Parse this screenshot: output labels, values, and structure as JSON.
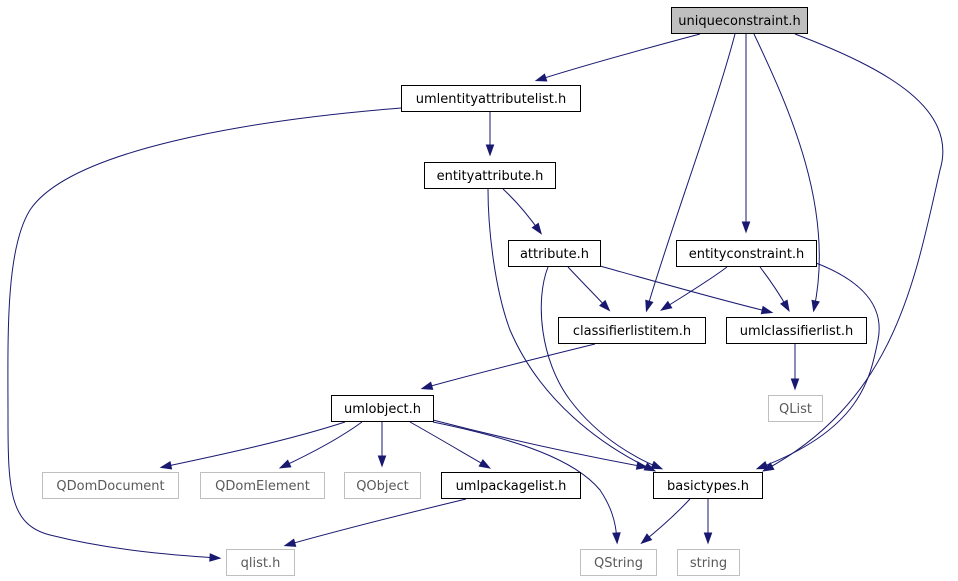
{
  "diagram": {
    "colors": {
      "edge": "#191970",
      "node_border": "#000000",
      "external_border": "#bfbfbf",
      "root_fill": "#bfbfbf",
      "node_fill": "#ffffff"
    },
    "nodes": [
      {
        "id": "uniqueconstraint",
        "label": "uniqueconstraint.h",
        "kind": "root"
      },
      {
        "id": "umlentityattributelist",
        "label": "umlentityattributelist.h",
        "kind": "internal"
      },
      {
        "id": "entityattribute",
        "label": "entityattribute.h",
        "kind": "internal"
      },
      {
        "id": "attribute",
        "label": "attribute.h",
        "kind": "internal"
      },
      {
        "id": "entityconstraint",
        "label": "entityconstraint.h",
        "kind": "internal"
      },
      {
        "id": "classifierlistitem",
        "label": "classifierlistitem.h",
        "kind": "internal"
      },
      {
        "id": "umlclassifierlist",
        "label": "umlclassifierlist.h",
        "kind": "internal"
      },
      {
        "id": "QList",
        "label": "QList",
        "kind": "external"
      },
      {
        "id": "umlobject",
        "label": "umlobject.h",
        "kind": "internal"
      },
      {
        "id": "QDomDocument",
        "label": "QDomDocument",
        "kind": "external"
      },
      {
        "id": "QDomElement",
        "label": "QDomElement",
        "kind": "external"
      },
      {
        "id": "QObject",
        "label": "QObject",
        "kind": "external"
      },
      {
        "id": "umlpackagelist",
        "label": "umlpackagelist.h",
        "kind": "internal"
      },
      {
        "id": "basictypes",
        "label": "basictypes.h",
        "kind": "internal"
      },
      {
        "id": "qlist",
        "label": "qlist.h",
        "kind": "external"
      },
      {
        "id": "QString",
        "label": "QString",
        "kind": "external"
      },
      {
        "id": "string",
        "label": "string",
        "kind": "external"
      }
    ],
    "edges": [
      {
        "from": "uniqueconstraint",
        "to": "umlentityattributelist"
      },
      {
        "from": "uniqueconstraint",
        "to": "classifierlistitem"
      },
      {
        "from": "uniqueconstraint",
        "to": "entityconstraint"
      },
      {
        "from": "uniqueconstraint",
        "to": "umlclassifierlist"
      },
      {
        "from": "uniqueconstraint",
        "to": "basictypes"
      },
      {
        "from": "umlentityattributelist",
        "to": "entityattribute"
      },
      {
        "from": "umlentityattributelist",
        "to": "qlist"
      },
      {
        "from": "entityattribute",
        "to": "attribute"
      },
      {
        "from": "entityattribute",
        "to": "basictypes"
      },
      {
        "from": "attribute",
        "to": "classifierlistitem"
      },
      {
        "from": "attribute",
        "to": "umlclassifierlist"
      },
      {
        "from": "attribute",
        "to": "basictypes"
      },
      {
        "from": "entityconstraint",
        "to": "classifierlistitem"
      },
      {
        "from": "entityconstraint",
        "to": "umlclassifierlist"
      },
      {
        "from": "entityconstraint",
        "to": "basictypes"
      },
      {
        "from": "classifierlistitem",
        "to": "umlobject"
      },
      {
        "from": "umlclassifierlist",
        "to": "QList"
      },
      {
        "from": "umlobject",
        "to": "QDomDocument"
      },
      {
        "from": "umlobject",
        "to": "QDomElement"
      },
      {
        "from": "umlobject",
        "to": "QObject"
      },
      {
        "from": "umlobject",
        "to": "umlpackagelist"
      },
      {
        "from": "umlobject",
        "to": "basictypes"
      },
      {
        "from": "umlobject",
        "to": "QString"
      },
      {
        "from": "umlpackagelist",
        "to": "qlist"
      },
      {
        "from": "basictypes",
        "to": "QString"
      },
      {
        "from": "basictypes",
        "to": "string"
      }
    ]
  }
}
